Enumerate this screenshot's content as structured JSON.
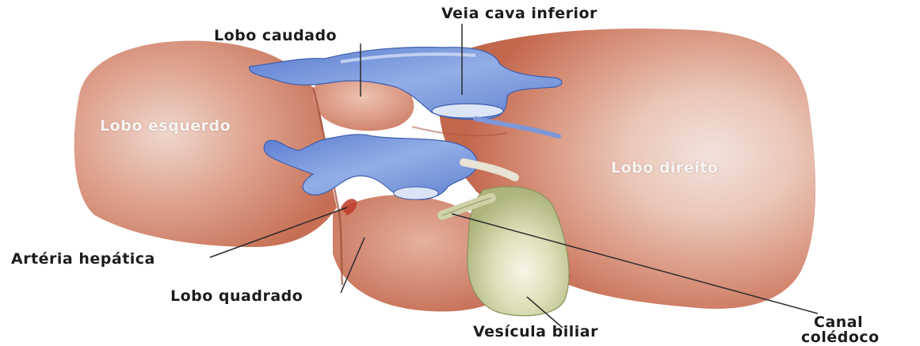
{
  "labels": {
    "veia_cava_inferior": "Veia cava inferior",
    "lobo_caudado": "Lobo caudado",
    "lobo_esquerdo": "Lobo esquerdo",
    "lobo_direito": "Lobo direito",
    "arteria_hepatica": "Artéria hepática",
    "lobo_quadrado": "Lobo quadrado",
    "vesicula_biliar": "Vesícula biliar",
    "canal_coledoco_line1": "Canal",
    "canal_coledoco_line2": "colédoco"
  },
  "colors": {
    "liver_base": "#c9735a",
    "liver_highlight": "#f3e3dc",
    "vein_blue": "#6f8fd6",
    "vein_highlight": "#d8e2f6",
    "gallbladder": "#c9cf9b",
    "gallbladder_highlight": "#f3f4e0",
    "artery_red": "#c0392b",
    "leader_line": "#2a2a2a"
  }
}
